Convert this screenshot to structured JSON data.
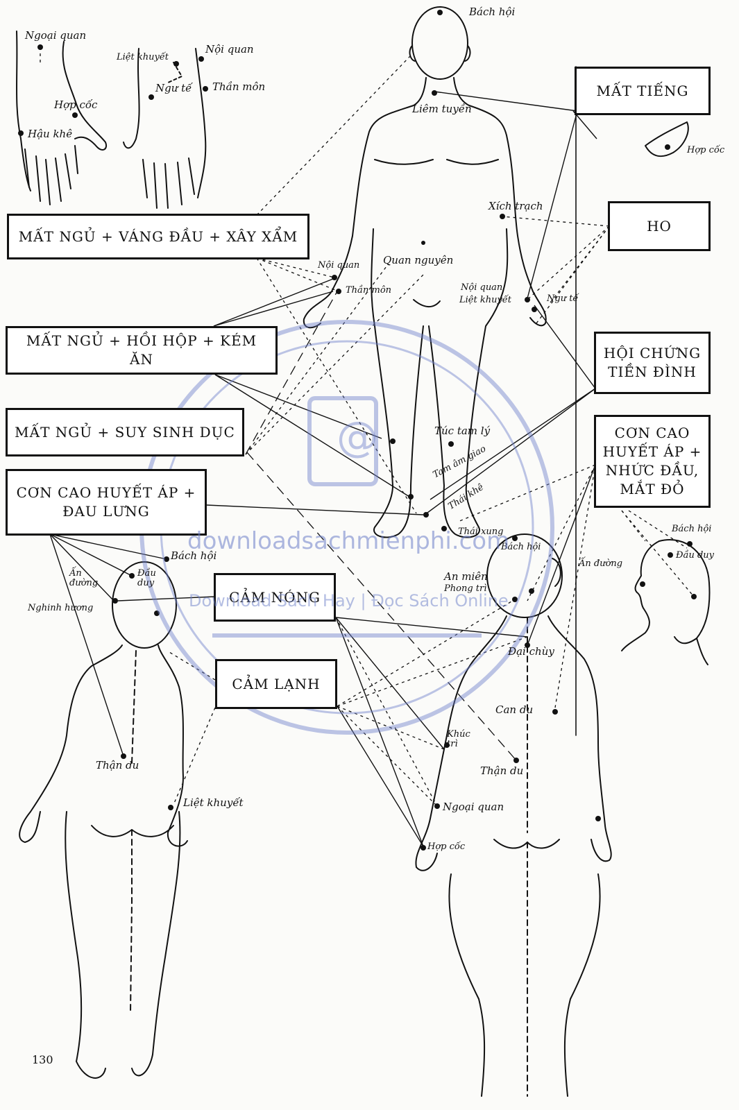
{
  "boxes": {
    "mat_ngu_vang_dau": "MẤT NGỦ  +  VÁNG ĐẦU  +  XÂY XẨM",
    "mat_ngu_hoi_hop": "MẤT NGỦ  +  HỒI HỘP  +  KÉM ĂN",
    "mat_ngu_suy_sinh_duc": "MẤT NGỦ  +  SUY SINH DỤC",
    "con_cao_huyet_ap_dau_lung": "CƠN CAO HUYẾT ÁP  +\nĐAU LƯNG",
    "mat_tieng": "MẤT TIẾNG",
    "ho": "HO",
    "hoi_chung_tien_dinh": "HỘI CHỨNG\nTIỀN ĐÌNH",
    "con_cao_huyet_ap_nhuc_dau": "CƠN CAO\nHUYẾT ÁP +\nNHỨC ĐẦU,\nMẮT ĐỎ",
    "cam_nong": "CẢM NÓNG",
    "cam_lanh": "CẢM LẠNH"
  },
  "points": {
    "hands": {
      "ngoai_quan": "Ngoại quan",
      "hop_coc": "Hợp cốc",
      "hau_khe": "Hậu khê",
      "liet_khuyet": "Liệt khuyết",
      "noi_quan": "Nội quan",
      "ngu_te": "Ngư tế",
      "than_mon": "Thần môn"
    },
    "front": {
      "bach_hoi": "Bách hội",
      "liem_tuyen": "Liêm tuyền",
      "hop_coc": "Hợp cốc",
      "xich_trach": "Xích trạch",
      "noi_quan_r": "Nội quan",
      "than_mon": "Thần môn",
      "quan_nguyen": "Quan nguyên",
      "noi_quan_l": "Nội quan",
      "liet_khuyet": "Liệt khuyết",
      "ngu_te": "Ngư tế",
      "tuc_tam_ly": "Túc tam lý",
      "tam_am_giao": "Tam âm giao",
      "thai_khe": "Thái khê",
      "thai_xung": "Thái xung"
    },
    "left_back": {
      "bach_hoi": "Bách hội",
      "an_duong": "Ấn đường",
      "dau_duy": "Đầu duy",
      "nghinh_huong": "Nghinh hương",
      "than_du": "Thận du",
      "liet_khuyet": "Liệt khuyết"
    },
    "right_back": {
      "bach_hoi": "Bách hội",
      "an_mien": "An miên",
      "phong_tri": "Phong trì",
      "dai_chuy": "Đại chùy",
      "can_du": "Can du",
      "khuc_tri": "Khúc trì",
      "than_du": "Thận du",
      "ngoai_quan": "Ngoại quan",
      "hop_coc": "Hợp cốc"
    },
    "face": {
      "bach_hoi": "Bách hội",
      "dau_duy": "Đầu duy",
      "an_duong": "Ấn đường"
    }
  },
  "watermark": {
    "url": "downloadsachmienphi.com",
    "tagline": "Download Sách Hay | Đọc Sách Online"
  },
  "page_number": "130",
  "colors": {
    "ink": "#111111",
    "paper": "#fbfbf9",
    "watermark": "#6c7fc9"
  }
}
